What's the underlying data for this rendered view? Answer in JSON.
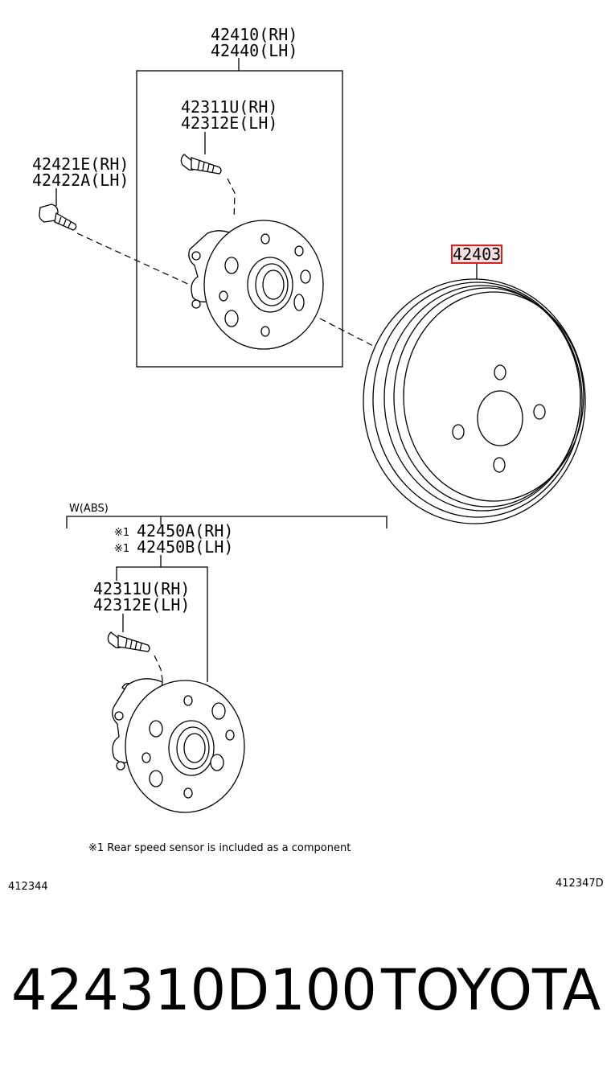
{
  "labels": {
    "hub_rear_rh": "42410(RH)",
    "hub_rear_lh": "42440(LH)",
    "bolt_upper_rh": "42311U(RH)",
    "bolt_upper_lh": "42312E(LH)",
    "bolt_hub_rh": "42421E(RH)",
    "bolt_hub_lh": "42422A(LH)",
    "drum": "42403",
    "abs_group": "W(ABS)",
    "abs_hub_rh": "42450A(RH)",
    "abs_hub_lh": "42450B(LH)",
    "abs_marker": "※1",
    "bolt_lower_rh": "42311U(RH)",
    "bolt_lower_lh": "42312E(LH)",
    "footnote": "※1 Rear speed sensor is included as a component",
    "code_left": "412344",
    "code_right": "412347D"
  },
  "footer": {
    "part_number": "424310D100",
    "brand": "TOYOTA"
  },
  "colors": {
    "highlight": "#d42020",
    "highlight_fill": "#f4dede"
  }
}
